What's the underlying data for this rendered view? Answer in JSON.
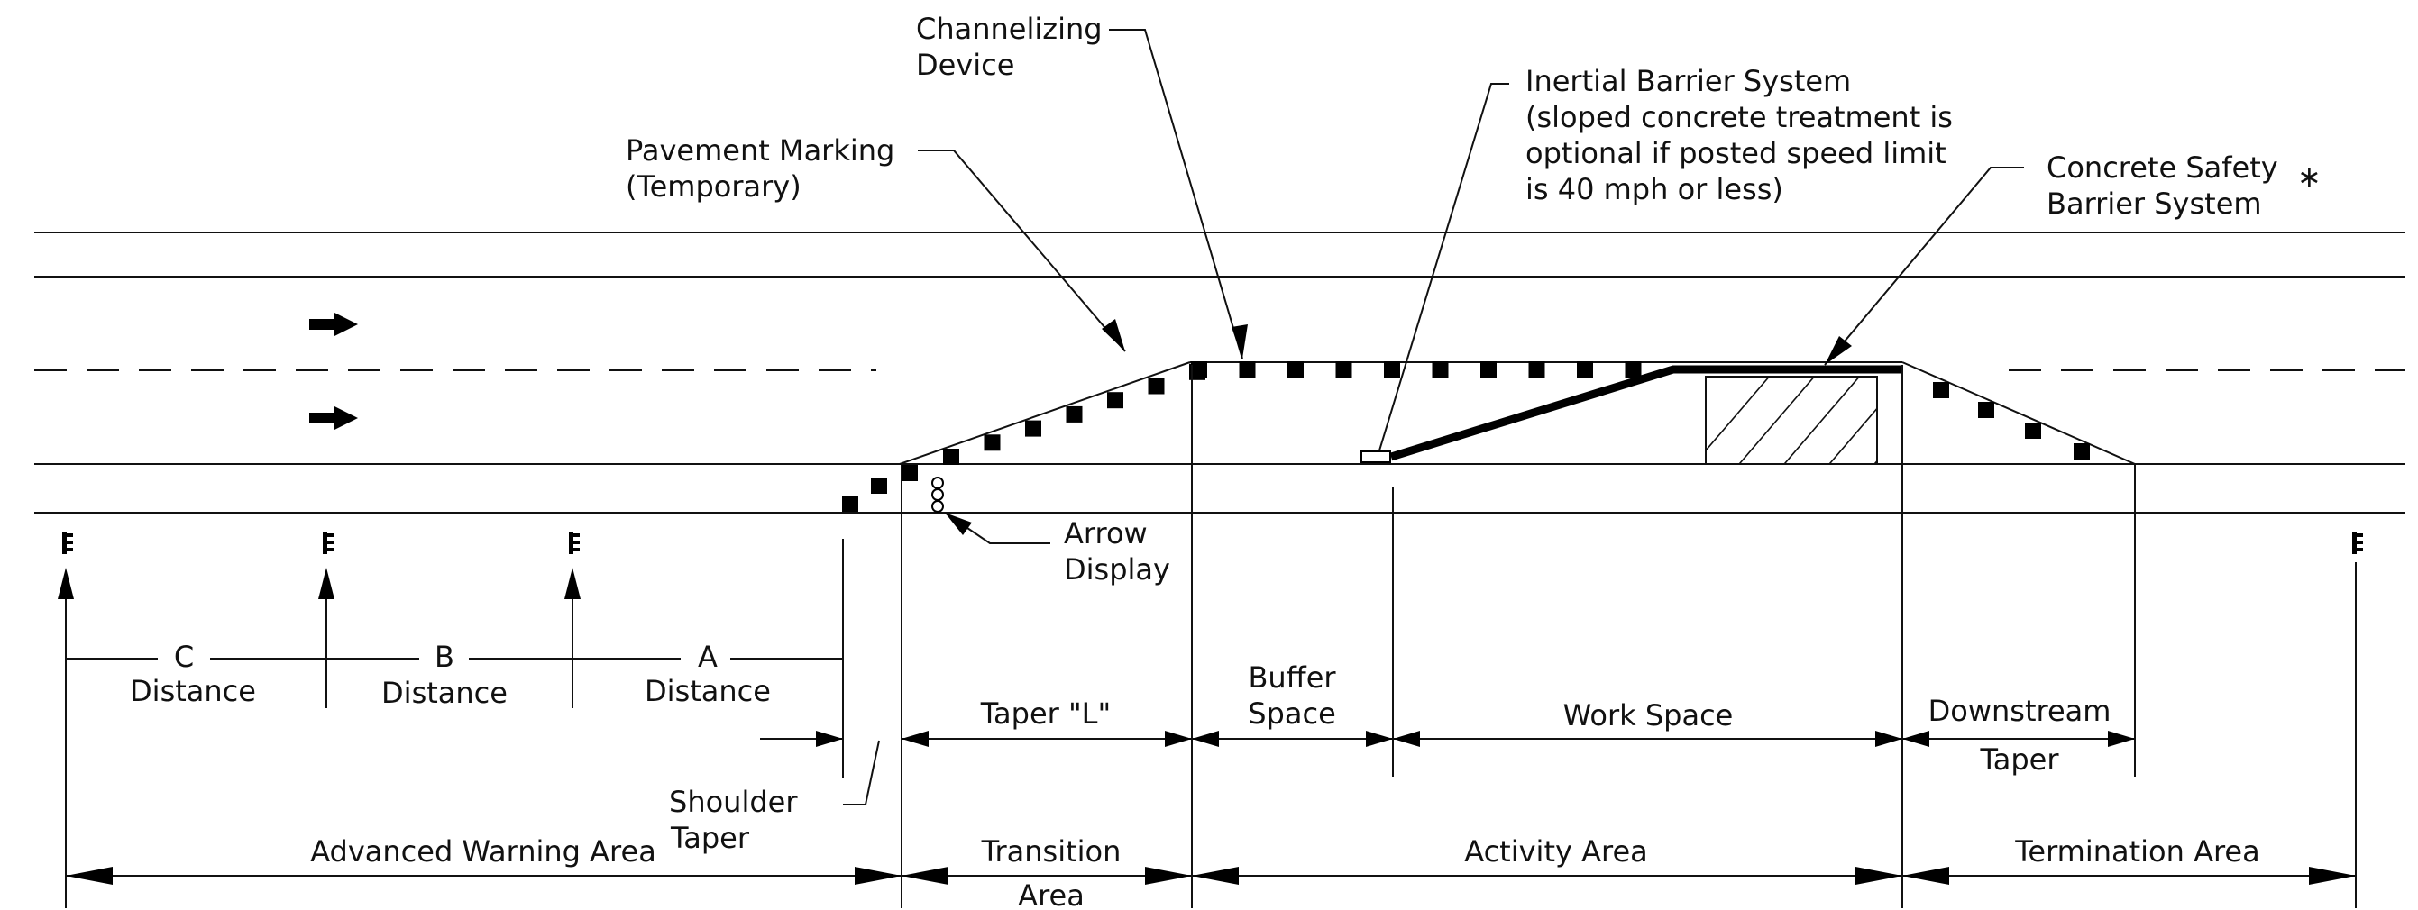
{
  "labels": {
    "channelizing_device": [
      "Channelizing",
      "Device"
    ],
    "pavement_marking": [
      "Pavement Marking",
      "(Temporary)"
    ],
    "inertial_barrier": [
      "Inertial Barrier System",
      "(sloped concrete treatment is",
      "optional if posted speed limit",
      "is 40 mph or less)"
    ],
    "concrete_barrier": [
      "Concrete Safety",
      "Barrier System"
    ],
    "concrete_barrier_mark": "∗",
    "arrow_display": [
      "Arrow",
      "Display"
    ],
    "dist_c": [
      "C",
      "Distance"
    ],
    "dist_b": [
      "B",
      "Distance"
    ],
    "dist_a": [
      "A",
      "Distance"
    ],
    "taper_l": "Taper \"L\"",
    "buffer_space": [
      "Buffer",
      "Space"
    ],
    "work_space": "Work Space",
    "downstream_taper": [
      "Downstream",
      "Taper"
    ],
    "shoulder_taper": [
      "Shoulder",
      "Taper"
    ],
    "advanced_warning_area": "Advanced Warning Area",
    "transition_area": [
      "Transition",
      "Area"
    ],
    "activity_area": "Activity Area",
    "termination_area": "Termination Area"
  },
  "icons": {
    "traffic_direction": "arrow-right-icon",
    "sign": "sign-post-icon",
    "arrow_display": "arrow-board-icon"
  },
  "colors": {
    "ink": "#111111",
    "background": "#ffffff"
  }
}
